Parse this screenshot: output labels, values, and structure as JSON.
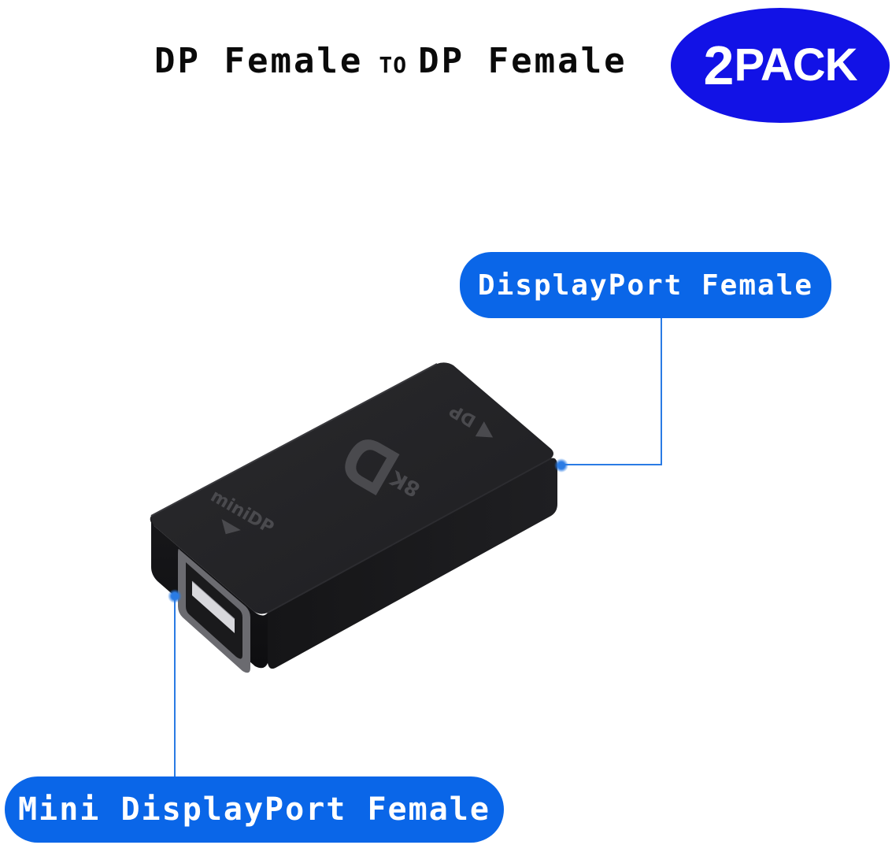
{
  "headline": {
    "left_text": "DP Female",
    "connector": "TO",
    "right_text": "DP Female"
  },
  "badge": {
    "number": "2",
    "word": "PACK"
  },
  "callouts": {
    "top": "DisplayPort Female",
    "bottom": "Mini DisplayPort Female"
  },
  "device": {
    "side_marking": "miniDP",
    "end_marking": "DP",
    "logo_marking": "8K",
    "body_color": "#1c1c1e",
    "accent_color": "#0a66e8"
  },
  "colors": {
    "badge": "#1212e6",
    "callout": "#0a66e8",
    "leader_line": "#2a7be4"
  }
}
